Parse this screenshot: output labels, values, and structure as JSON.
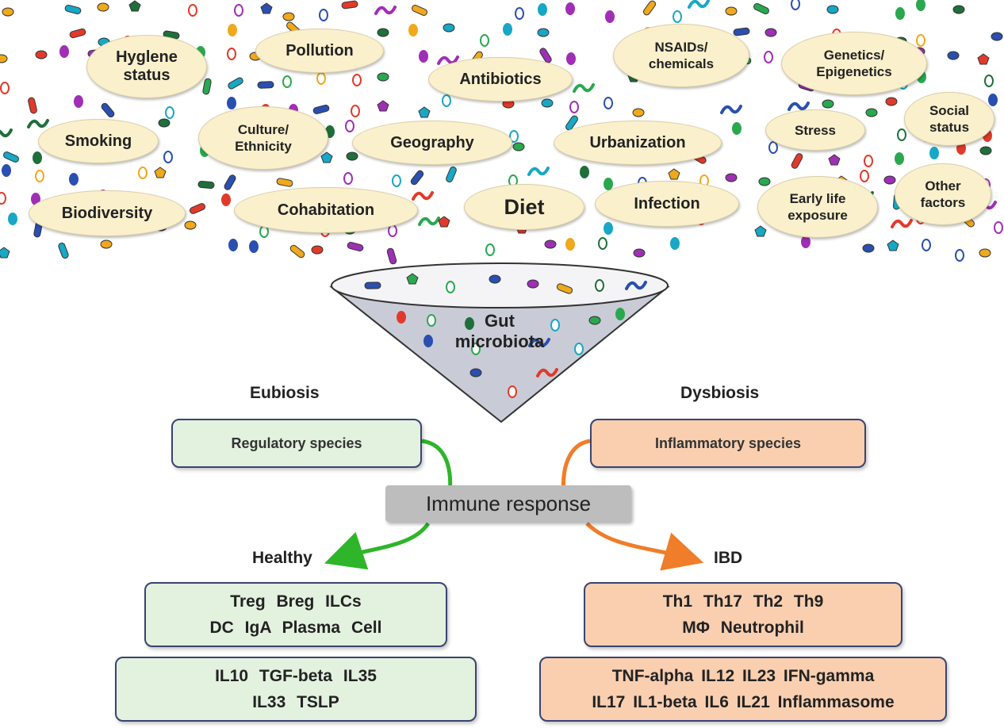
{
  "factors": [
    {
      "id": "hygiene",
      "label": "Hyglene\nstatus"
    },
    {
      "id": "pollution",
      "label": "Pollution"
    },
    {
      "id": "antibiotics",
      "label": "Antibiotics"
    },
    {
      "id": "nsaids",
      "label": "NSAIDs/\nchemicals"
    },
    {
      "id": "genetics",
      "label": "Genetics/\nEpigenetics"
    },
    {
      "id": "smoking",
      "label": "Smoking"
    },
    {
      "id": "culture",
      "label": "Culture/\nEthnicity"
    },
    {
      "id": "geography",
      "label": "Geography"
    },
    {
      "id": "urbanization",
      "label": "Urbanization"
    },
    {
      "id": "stress",
      "label": "Stress"
    },
    {
      "id": "social",
      "label": "Social\nstatus"
    },
    {
      "id": "biodiversity",
      "label": "Biodiversity"
    },
    {
      "id": "cohabitation",
      "label": "Cohabitation"
    },
    {
      "id": "diet",
      "label": "Diet"
    },
    {
      "id": "infection",
      "label": "Infection"
    },
    {
      "id": "early-life",
      "label": "Early life\nexposure"
    },
    {
      "id": "other",
      "label": "Other\nfactors"
    }
  ],
  "funnel": {
    "label": "Gut\nmicrobiota"
  },
  "eubiosis": {
    "title": "Eubiosis",
    "species": "Regulatory species",
    "outcome": "Healthy",
    "cells": "Treg   Breg   ILCs\nDC   IgA Plasma Cell",
    "cytokines": "IL10   TGF-beta   IL35\nIL33   TSLP"
  },
  "dysbiosis": {
    "title": "Dysbiosis",
    "species": "Inflammatory species",
    "outcome": "IBD",
    "cells": "Th1   Th17   Th2   Th9\nMΦ   Neutrophil",
    "cytokines": "TNF-alpha  IL12  IL23  IFN-gamma\nIL17  IL1-beta  IL6  IL21  Inflammasome"
  },
  "immune": {
    "label": "Immune response"
  },
  "colors": {
    "factor_fill": "#fbf0cc",
    "green_box": "#e3f1df",
    "orange_box": "#f9cfb0",
    "green_arrow": "#2fb52a",
    "orange_arrow": "#f07d2a",
    "funnel_fill": "#c9ccd6",
    "box_border": "#3a4470"
  }
}
